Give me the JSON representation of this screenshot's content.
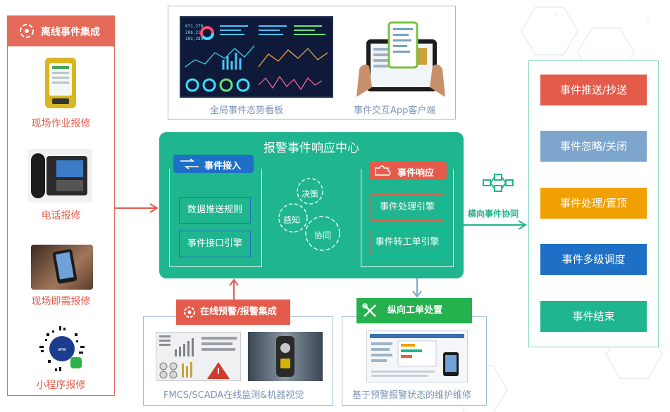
{
  "left": {
    "header": "离线事件集成",
    "items": [
      {
        "label": "现场作业报修"
      },
      {
        "label": "电话报修"
      },
      {
        "label": "现场即需报修"
      },
      {
        "label": "小程序报修"
      }
    ]
  },
  "top": {
    "dashboard_caption": "全局事件态势看板",
    "app_caption": "事件交互App客户端",
    "dash_stats": [
      "671,278",
      "206,215",
      "103,283"
    ]
  },
  "center": {
    "title": "报警事件响应中心",
    "intake_tag": "事件接入",
    "intake_engines": [
      "数据推送规则",
      "事件接口引擎"
    ],
    "response_tag": "事件响应",
    "response_engines": [
      "事件处理引擎",
      "事件转工单引擎"
    ],
    "gears": [
      "决策",
      "感知",
      "协同"
    ]
  },
  "horizontal": {
    "label": "横向事件协同"
  },
  "right": {
    "items": [
      {
        "label": "事件推送/抄送",
        "color": "#e45b4b"
      },
      {
        "label": "事件忽略/关闭",
        "color": "#7ea6cc"
      },
      {
        "label": "事件处理/置顶",
        "color": "#f0a000"
      },
      {
        "label": "事件多级调度",
        "color": "#1e6fc6"
      },
      {
        "label": "事件结束",
        "color": "#1fb58f"
      }
    ]
  },
  "bottom_left": {
    "tag": "在线预警/报警集成",
    "caption": "FMCS/SCADA在线监测&机器视觉"
  },
  "bottom_right": {
    "tag": "纵向工单处置",
    "caption": "基于预警报警状态的维护维修"
  },
  "colors": {
    "red": "#e45b4b",
    "green": "#1fb58f",
    "blue": "#1e6fc6",
    "caption": "#7c95b5"
  }
}
